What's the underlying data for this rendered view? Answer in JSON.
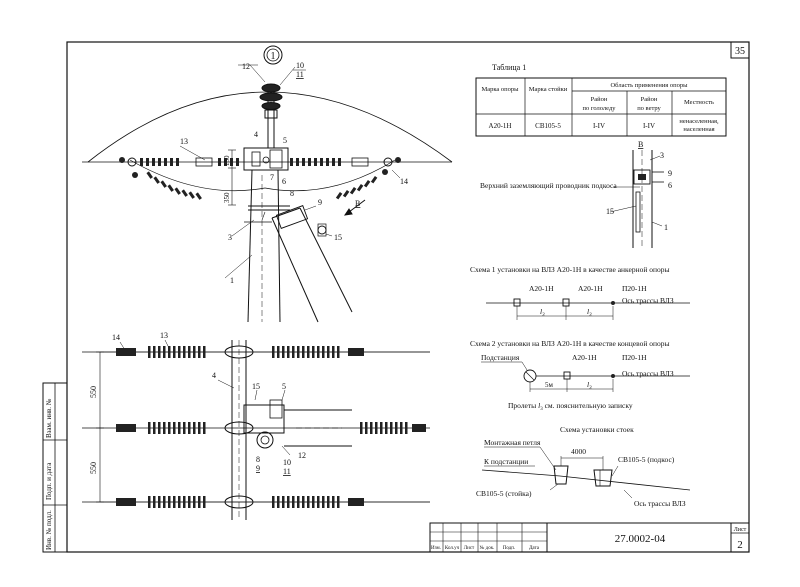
{
  "sheet": {
    "number": "35",
    "code": "27.0002-04",
    "list_label": "Лист",
    "list_value": "2"
  },
  "stamp_cols": [
    "Изм.",
    "Кол.уч",
    "Лист",
    "№ док.",
    "Подп.",
    "Дата"
  ],
  "side_stamp": [
    "Инв. № подл.",
    "Подп. и дата",
    "Взам. инв. №"
  ],
  "top_view": {
    "node": "1",
    "callouts": {
      "c10": "10",
      "c11": "11",
      "c12": "12",
      "c13": "13",
      "c14": "14",
      "c4": "4",
      "c5": "5",
      "c6": "6",
      "c7": "7",
      "c8": "8",
      "c9": "9",
      "c3": "3",
      "c1": "1",
      "c15": "15",
      "cV": "В"
    },
    "dims": {
      "d150": "150",
      "d350": "350"
    }
  },
  "plan_view": {
    "callouts": {
      "c14": "14",
      "c13": "13",
      "c4": "4",
      "c15": "15",
      "c5": "5",
      "c8": "8",
      "c9": "9",
      "c10": "10",
      "c11": "11",
      "c12": "12"
    },
    "dims": {
      "d550a": "550",
      "d550b": "550"
    }
  },
  "table": {
    "title": "Таблица 1",
    "h_mark_pole": "Марка опоры",
    "h_mark_rack": "Марка стойки",
    "h_area": "Область применения опоры",
    "h_ice": [
      "Район",
      "по гололеду"
    ],
    "h_wind": [
      "Район",
      "по ветру"
    ],
    "h_terrain": "Местность",
    "row": {
      "pole": "А20-1Н",
      "rack": "СВ105-5",
      "ice": "I-IV",
      "wind": "I-IV",
      "terrain": [
        "ненаселенная,",
        "населенная"
      ]
    }
  },
  "view_v": {
    "label": "В",
    "c3": "3",
    "c9": "9",
    "c6": "6",
    "c15": "15",
    "c1": "1",
    "note": "Верхний заземляющий проводник подкоса"
  },
  "scheme1": {
    "title": "Схема 1 установки на ВЛЗ А20-1Н в качестве анкерной опоры",
    "a1": "А20-1Н",
    "a2": "А20-1Н",
    "p": "П20-1Н",
    "axis": "Ось трассы ВЛЗ",
    "l1": "l",
    "l2": "l",
    "sub": "3"
  },
  "scheme2": {
    "title": "Схема 2 установки на ВЛЗ А20-1Н в качестве концевой опоры",
    "sub_station": "Подстанция",
    "a": "А20-1Н",
    "p": "П20-1Н",
    "axis": "Ось трассы ВЛЗ",
    "d5": "5м",
    "l": "l",
    "sub": "3",
    "note_pre": "Пролеты ",
    "note_l": "l",
    "note_post": " см. пояснительную записку"
  },
  "scheme3": {
    "title": "Схема установки стоек",
    "loop": "Монтажная петля",
    "to_sub": "К подстанции",
    "d4000": "4000",
    "rack1": "СВ105-5 (подкос)",
    "rack2": "СВ105-5 (стойка)",
    "axis": "Ось трассы ВЛЗ"
  }
}
